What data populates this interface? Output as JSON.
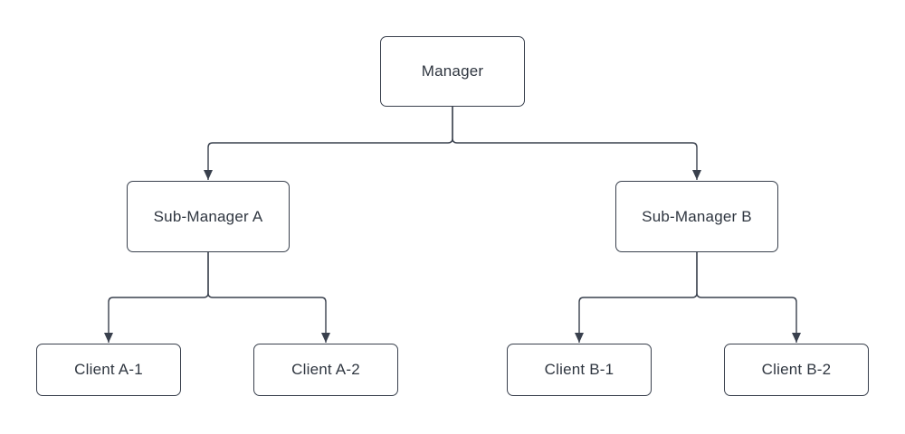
{
  "diagram": {
    "type": "org-chart",
    "background_color": "#ffffff",
    "node_fill_color": "#ffffff",
    "node_border_color": "#39404d",
    "text_color": "#2f3640",
    "connector_color": "#39404d",
    "arrow_style": "filled-triangle",
    "nodes": [
      {
        "id": "manager",
        "label": "Manager",
        "level": 0
      },
      {
        "id": "sub-manager-a",
        "label": "Sub-Manager A",
        "level": 1
      },
      {
        "id": "sub-manager-b",
        "label": "Sub-Manager B",
        "level": 1
      },
      {
        "id": "client-a-1",
        "label": "Client A-1",
        "level": 2
      },
      {
        "id": "client-a-2",
        "label": "Client A-2",
        "level": 2
      },
      {
        "id": "client-b-1",
        "label": "Client B-1",
        "level": 2
      },
      {
        "id": "client-b-2",
        "label": "Client B-2",
        "level": 2
      }
    ],
    "edges": [
      {
        "from": "Manager",
        "to": "Sub-Manager A"
      },
      {
        "from": "Manager",
        "to": "Sub-Manager B"
      },
      {
        "from": "Sub-Manager A",
        "to": "Client A-1"
      },
      {
        "from": "Sub-Manager A",
        "to": "Client A-2"
      },
      {
        "from": "Sub-Manager B",
        "to": "Client B-1"
      },
      {
        "from": "Sub-Manager B",
        "to": "Client B-2"
      }
    ]
  }
}
